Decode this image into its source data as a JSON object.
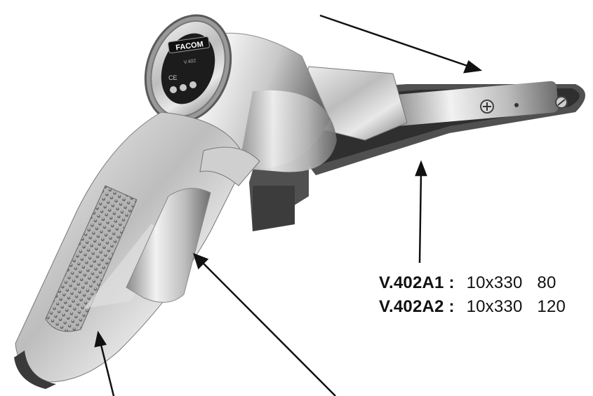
{
  "brand": {
    "logo_text": "FACOM",
    "ce_mark": "CE",
    "model_plate": "V.402"
  },
  "specs": [
    {
      "model": "V.402A1",
      "separator": ":",
      "size": "10x330",
      "grit": "80"
    },
    {
      "model": "V.402A2",
      "separator": ":",
      "size": "10x330",
      "grit": "120"
    }
  ],
  "colors": {
    "metal_light": "#e6e6e6",
    "metal_mid": "#a9a9a9",
    "metal_dark": "#4a4a4a",
    "belt": "#3a3a3a",
    "arrow": "#111111"
  }
}
